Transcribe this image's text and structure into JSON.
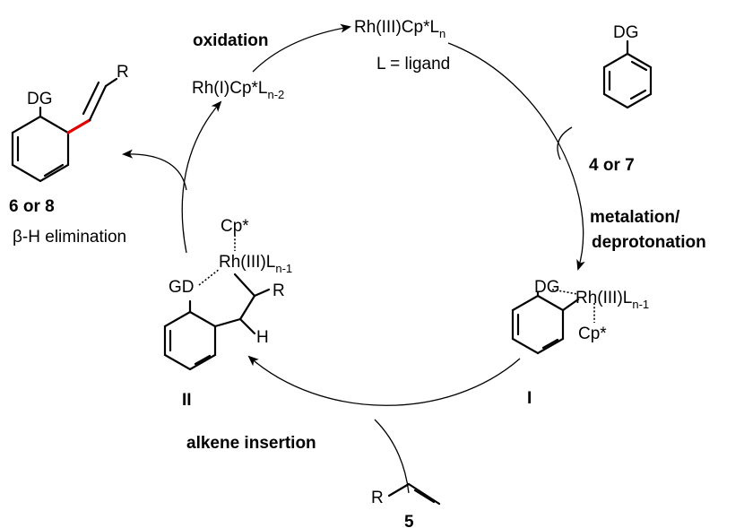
{
  "colors": {
    "new_bond": "#e00000",
    "ink": "#000000"
  },
  "top_catalyst": {
    "main": "Rh(III)Cp*L",
    "sub": "n",
    "note": "L = ligand"
  },
  "reduced_catalyst": {
    "main": "Rh(I)Cp*L",
    "sub": "n-2"
  },
  "substrate": {
    "group": "DG",
    "label": "4 or 7"
  },
  "product": {
    "group": "DG",
    "substituent": "R",
    "label": "6 or 8"
  },
  "steps": {
    "oxidation": "oxidation",
    "metalation_1": "metalation/",
    "metalation_2": "deprotonation",
    "insertion": "alkene insertion",
    "beta_elim": "β-H elimination"
  },
  "intermediate_I": {
    "label": "I",
    "group": "DG",
    "metal": "Rh(III)L",
    "metal_sub": "n-1",
    "ligand": "Cp*"
  },
  "intermediate_II": {
    "label": "II",
    "group": "GD",
    "metal": "Rh(III)L",
    "metal_sub": "n-1",
    "ligand": "Cp*",
    "substituent": "R",
    "hydrogen": "H"
  },
  "alkene": {
    "substituent": "R",
    "label": "5"
  }
}
